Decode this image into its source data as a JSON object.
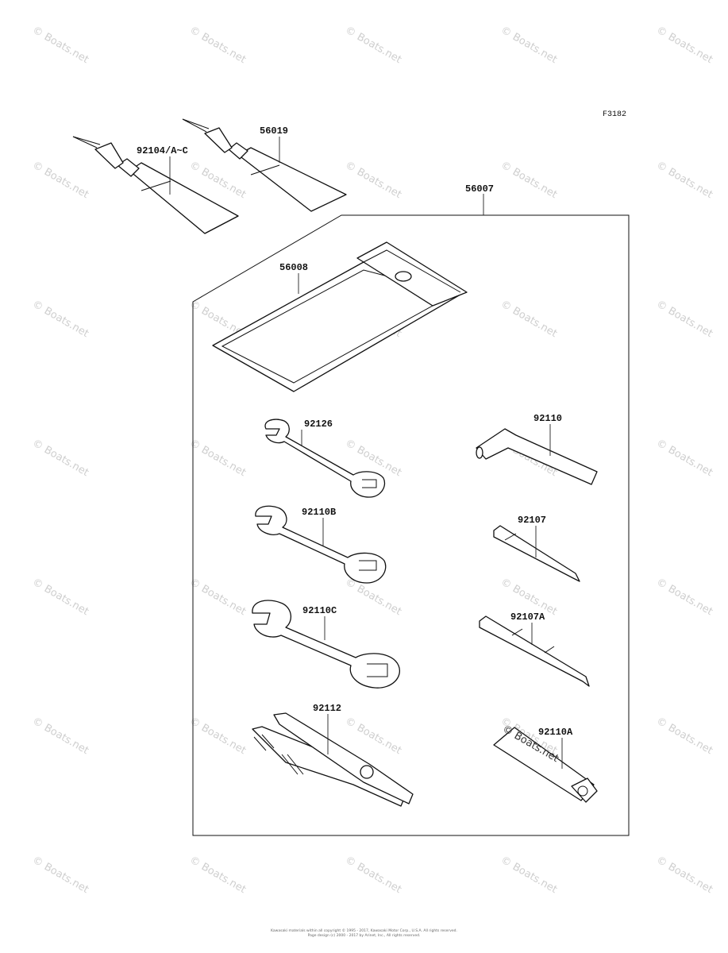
{
  "figure_code": "F3182",
  "watermark_text": "© Boats.net",
  "part_labels": {
    "grease_tube": "92104/A~C",
    "grease_tube_2": "56019",
    "tool_kit": "56007",
    "tool_bag": "56008",
    "wrench_small": "92126",
    "wrench_medium": "92110B",
    "wrench_large": "92110C",
    "pliers": "92112",
    "hex_key": "92110",
    "screwdriver_bit": "92107",
    "screwdriver_double": "92107A",
    "spark_plug_wrench": "92110A"
  },
  "footer": {
    "line1": "Kawasaki materials within all copyright © 1995 - 2017, Kawasaki Motor Corp., U.S.A. All rights reserved.",
    "line2": "Page design (c) 2000 - 2017 by Arinet, Inc., All rights reserved."
  }
}
